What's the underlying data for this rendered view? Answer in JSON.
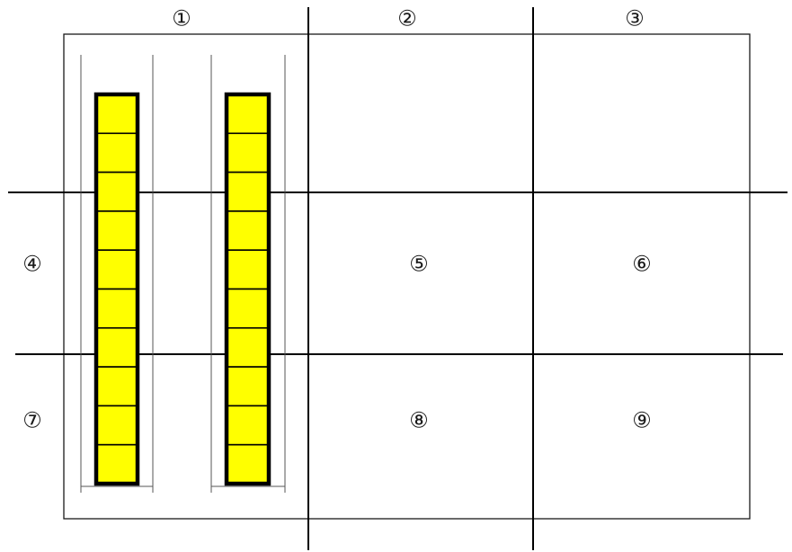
{
  "labels": {
    "zone_1": "①",
    "zone_2": "②",
    "zone_3": "③",
    "zone_4": "④",
    "zone_5": "⑤",
    "zone_6": "⑥",
    "zone_7": "⑦",
    "zone_8": "⑧",
    "zone_9": "⑨"
  },
  "panel_columns": [
    {
      "panel_count": 10
    },
    {
      "panel_count": 10
    }
  ],
  "colors": {
    "panel_fill": "#ffff00",
    "panel_border": "#000000",
    "grid_line": "#000000",
    "frame": "#1a1a1a",
    "rail": "#555555"
  }
}
